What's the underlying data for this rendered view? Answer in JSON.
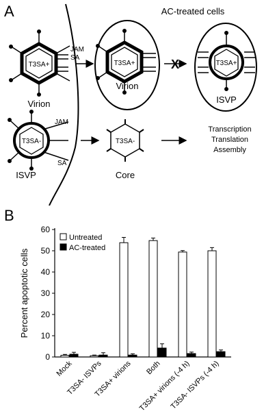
{
  "panelA": {
    "letter": "A",
    "heading": "AC-treated cells",
    "virion_label": "Virion",
    "virion_inner": "T3SA+",
    "jam_label": "JAM",
    "sa_label": "SA",
    "virion2_label": "Virion",
    "virion2_inner": "T3SA+",
    "isvp_right_label": "ISVP",
    "isvp_right_inner": "T3SA+",
    "block_mark": "X",
    "isvp_label": "ISVP",
    "isvp_inner": "T3SA-",
    "jam2_label": "JAM",
    "sa2_label": "SA",
    "core_label": "Core",
    "core_inner": "T3SA-",
    "steps": [
      "Transcription",
      "Translation",
      "Assembly"
    ]
  },
  "chart_data": {
    "panel_letter": "B",
    "type": "bar",
    "ylabel": "Percent apoptotic cells",
    "ylim": [
      0,
      60
    ],
    "yticks": [
      0,
      10,
      20,
      30,
      40,
      50,
      60
    ],
    "categories": [
      "Mock",
      "T3SA- ISVPs",
      "T3SA+ virions",
      "Both",
      "T3SA+ virions (-4 h)",
      "T3SA- ISVPs (-4 h)"
    ],
    "series": [
      {
        "name": "Untreated",
        "color": "#ffffff",
        "values": [
          0.8,
          0.6,
          53.8,
          54.8,
          49.4,
          50.0
        ],
        "errors": [
          0.4,
          0.3,
          2.5,
          1.2,
          0.7,
          1.5
        ]
      },
      {
        "name": "AC-treated",
        "color": "#000000",
        "values": [
          1.3,
          0.9,
          0.9,
          4.2,
          1.6,
          2.5
        ],
        "errors": [
          0.9,
          1.1,
          0.6,
          2.0,
          0.7,
          0.8
        ]
      }
    ],
    "legend_position": "top-left",
    "grid": false
  }
}
